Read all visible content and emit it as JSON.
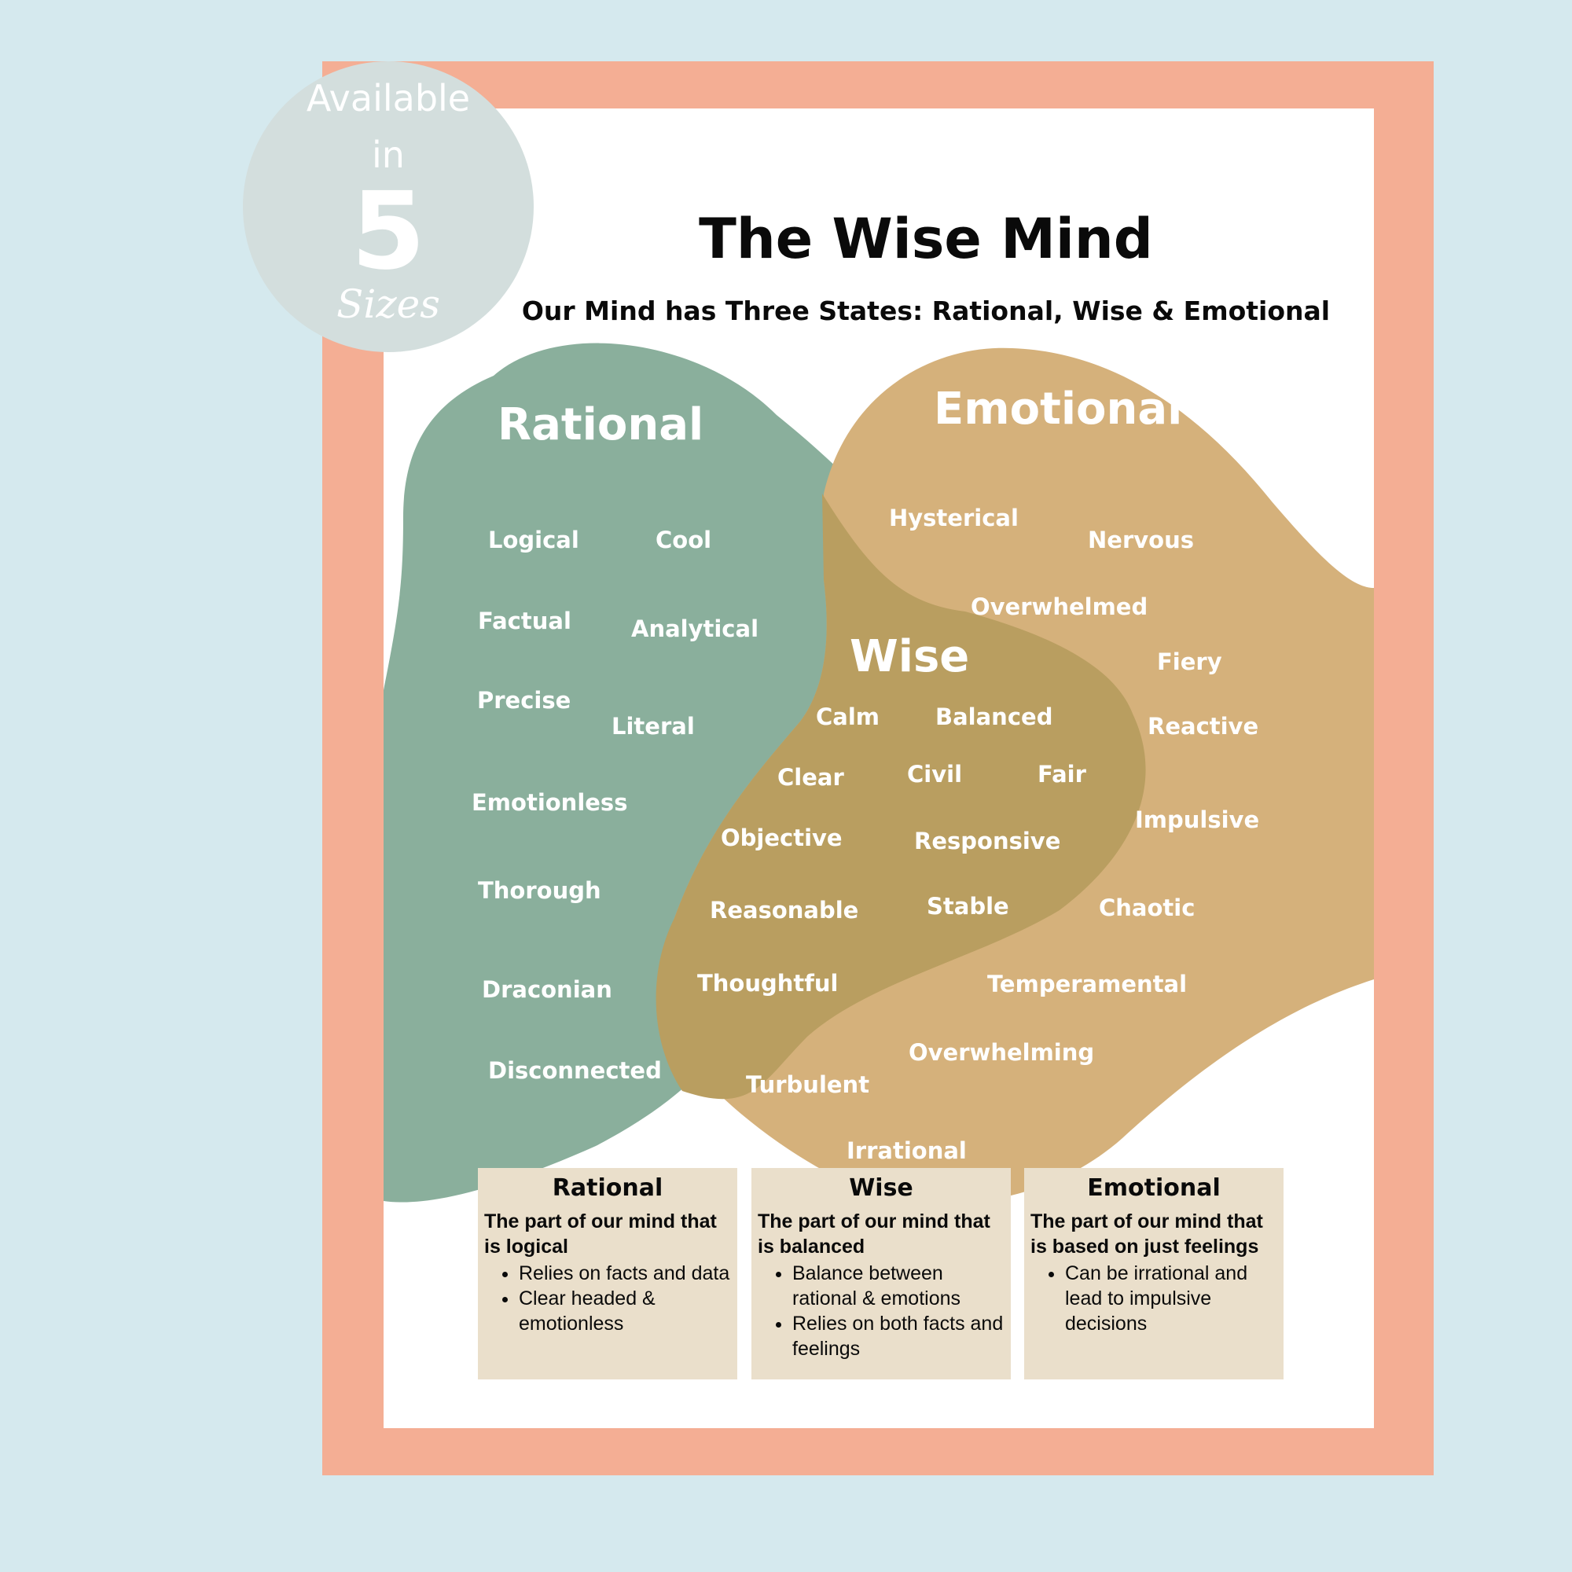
{
  "title": "The Wise Mind",
  "subtitle": "Our Mind has Three States: Rational, Wise & Emotional",
  "colors": {
    "background": "#d5e9ee",
    "border": "#f4ae94",
    "rational": "#8aaf9c",
    "emotional": "#d5b17b",
    "wise": "#b99e60",
    "card": "#eadfcb",
    "badge": "#d3dedd"
  },
  "regions": {
    "rational": {
      "label": "Rational",
      "words": [
        "Logical",
        "Cool",
        "Factual",
        "Analytical",
        "Precise",
        "Literal",
        "Emotionless",
        "Thorough",
        "Draconian",
        "Disconnected"
      ]
    },
    "emotional": {
      "label": "Emotional",
      "words": [
        "Hysterical",
        "Nervous",
        "Overwhelmed",
        "Fiery",
        "Reactive",
        "Impulsive",
        "Chaotic",
        "Temperamental",
        "Overwhelming",
        "Turbulent",
        "Irrational"
      ]
    },
    "wise": {
      "label": "Wise",
      "words": [
        "Calm",
        "Balanced",
        "Clear",
        "Civil",
        "Fair",
        "Objective",
        "Responsive",
        "Reasonable",
        "Stable",
        "Thoughtful"
      ]
    }
  },
  "cards": [
    {
      "title": "Rational",
      "lead": "The part of our mind that is logical",
      "bullets": [
        "Relies on facts and data",
        "Clear headed & emotionless"
      ]
    },
    {
      "title": "Wise",
      "lead": "The part of our mind that is balanced",
      "bullets": [
        "Balance between rational & emotions",
        "Relies on both facts and feelings"
      ]
    },
    {
      "title": "Emotional",
      "lead": "The part of our mind that is based on just feelings",
      "bullets": [
        "Can be irrational and lead to impulsive decisions"
      ]
    }
  ],
  "badge": {
    "line1": "Available",
    "line2": "in",
    "number": "5",
    "line3": "Sizes"
  }
}
